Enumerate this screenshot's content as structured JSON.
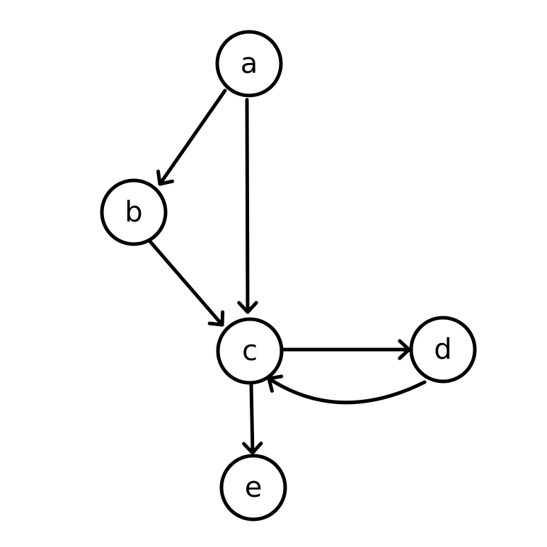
{
  "diagram": {
    "type": "directed-graph",
    "nodes": [
      {
        "id": "a",
        "label": "a"
      },
      {
        "id": "b",
        "label": "b"
      },
      {
        "id": "c",
        "label": "c"
      },
      {
        "id": "d",
        "label": "d"
      },
      {
        "id": "e",
        "label": "e"
      }
    ],
    "edges": [
      {
        "from": "a",
        "to": "b"
      },
      {
        "from": "a",
        "to": "c"
      },
      {
        "from": "b",
        "to": "c"
      },
      {
        "from": "c",
        "to": "d"
      },
      {
        "from": "d",
        "to": "c"
      },
      {
        "from": "c",
        "to": "e"
      }
    ],
    "colors": {
      "stroke": "#000000",
      "background": "#ffffff"
    }
  }
}
